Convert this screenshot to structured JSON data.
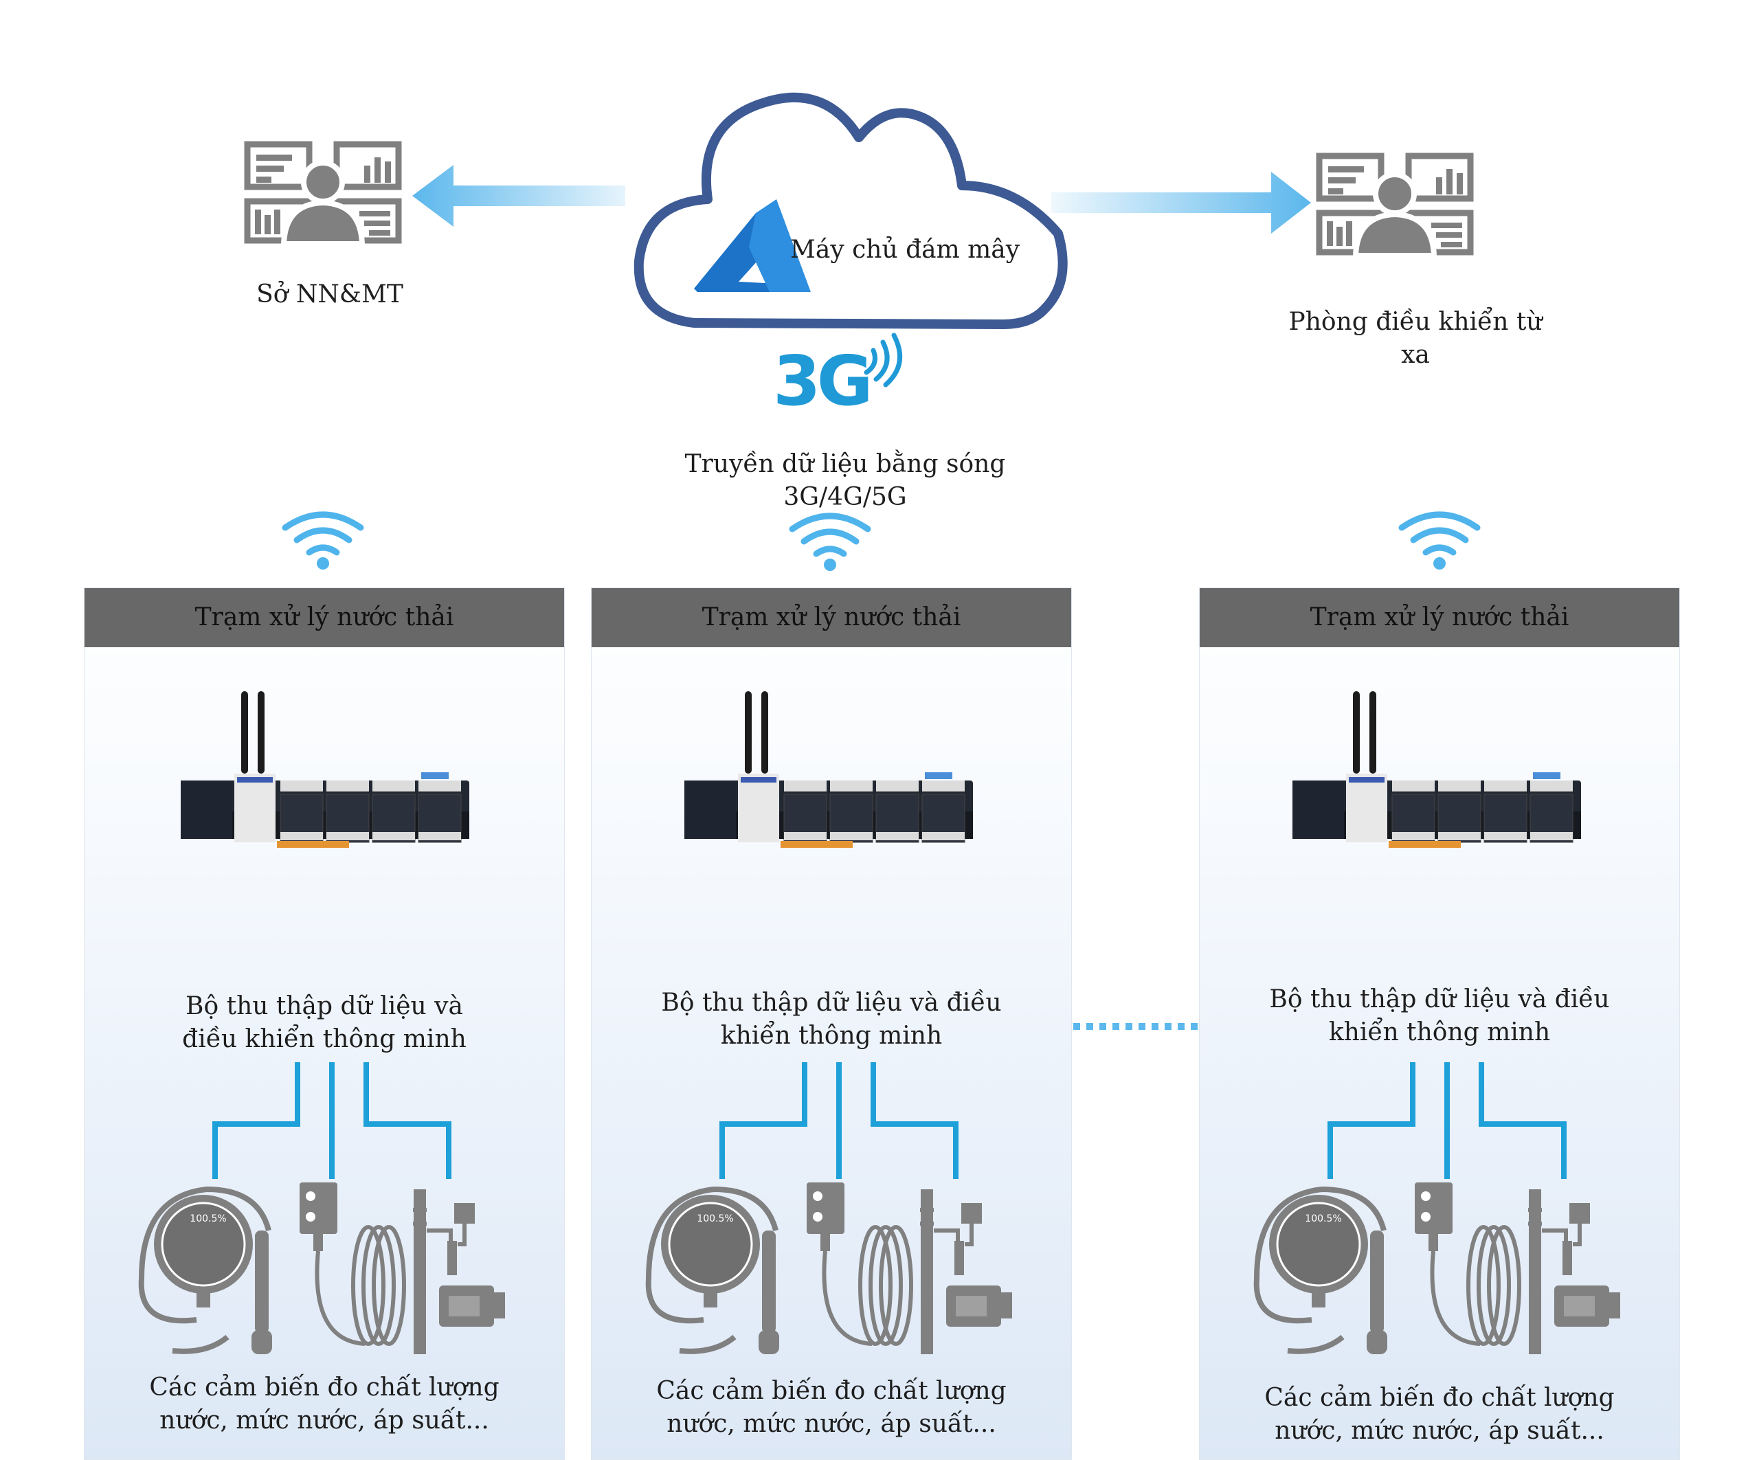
{
  "top": {
    "left_label": "Sở NN&MT",
    "cloud_label": "Máy chủ đám mây",
    "right_label": "Phòng điều khiển từ xa",
    "network_icon_text": "3G",
    "network_label_line1": "Truyền dữ liệu bằng sóng",
    "network_label_line2": "3G/4G/5G"
  },
  "stations": [
    {
      "header": "Trạm xử lý nước thải",
      "controller_line1": "Bộ thu thập dữ liệu và",
      "controller_line2": "điều khiển thông minh",
      "sensors_line1": "Các cảm biến đo chất lượng",
      "sensors_line2": "nước, mức nước, áp suất...",
      "gauge_readout": "100.5%"
    },
    {
      "header": "Trạm xử lý nước thải",
      "controller_line1": "Bộ thu thập dữ liệu và điều",
      "controller_line2": "khiển thông minh",
      "sensors_line1": "Các cảm biến đo chất lượng",
      "sensors_line2": "nước, mức nước, áp suất...",
      "gauge_readout": "100.5%"
    },
    {
      "header": "Trạm xử lý nước thải",
      "controller_line1": "Bộ thu thập dữ liệu và điều",
      "controller_line2": "khiển thông minh",
      "sensors_line1": "Các cảm biến đo chất lượng",
      "sensors_line2": "nước, mức nước, áp suất...",
      "gauge_readout": "100.5%"
    }
  ],
  "colors": {
    "cloud_outline": "#3d5a94",
    "arrow_blue": "#5bb7ec",
    "wire_blue": "#1ea0d8",
    "wifi_blue": "#4fb4ec",
    "icon_gray": "#808080",
    "header_gray": "#686868"
  }
}
